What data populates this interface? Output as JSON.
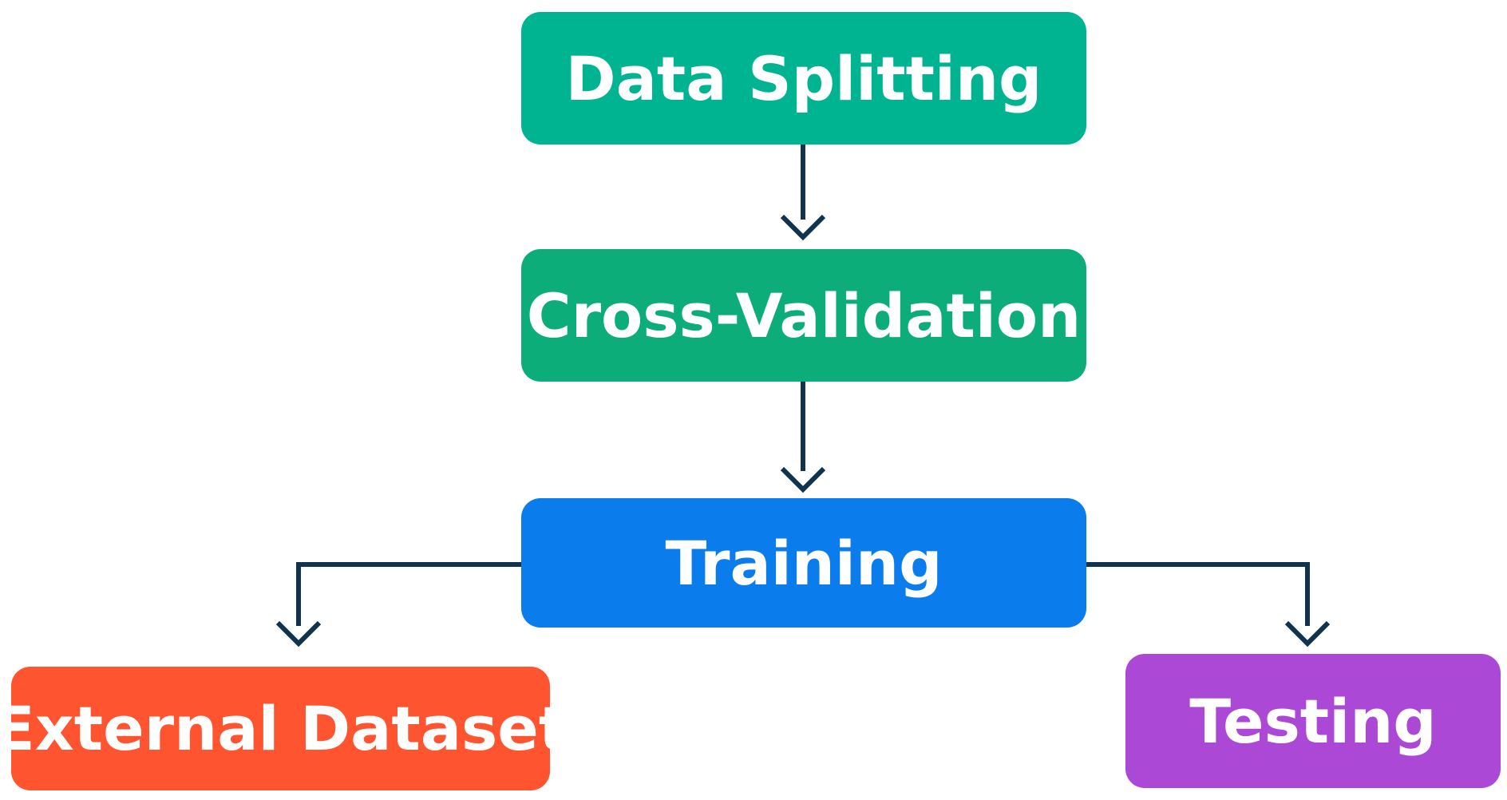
{
  "nodes": {
    "data_splitting": "Data Splitting",
    "cross_validation": "Cross-Validation",
    "training": "Training",
    "external_dataset": "External Dataset",
    "testing": "Testing"
  },
  "colors": {
    "data_splitting": "#00b391",
    "cross_validation": "#0cad78",
    "training": "#0a7ceb",
    "external_dataset": "#ff5430",
    "testing": "#ab48d6",
    "connector": "#10344f"
  },
  "edges": [
    {
      "from": "data_splitting",
      "to": "cross_validation"
    },
    {
      "from": "cross_validation",
      "to": "training"
    },
    {
      "from": "training",
      "to": "external_dataset"
    },
    {
      "from": "training",
      "to": "testing"
    }
  ]
}
